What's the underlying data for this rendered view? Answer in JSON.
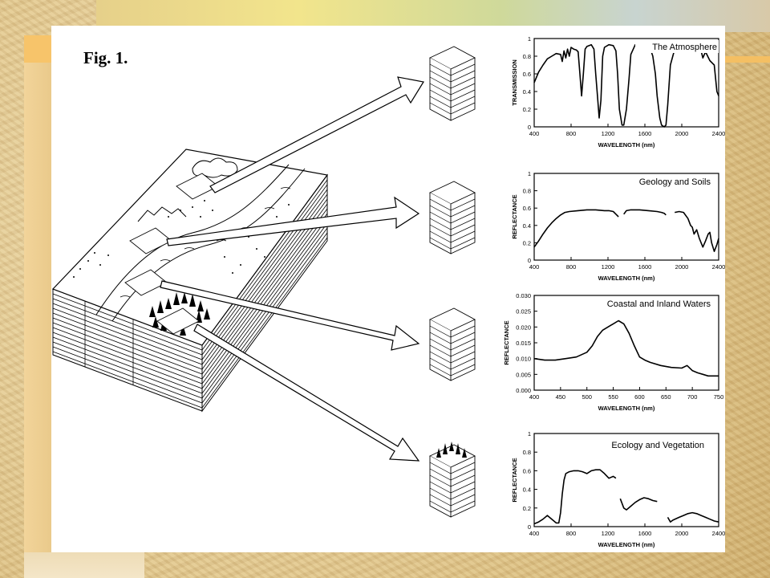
{
  "figure": {
    "label": "Fig. 1."
  },
  "chart_data": [
    {
      "type": "line",
      "title": "The Atmosphere",
      "xlabel": "WAVELENGTH (nm)",
      "ylabel": "TRANSMISSION",
      "xlim": [
        400,
        2500
      ],
      "ylim": [
        0,
        1
      ],
      "xticks": [
        "400",
        "800",
        "1200",
        "1600",
        "2000",
        "2400"
      ],
      "yticks": [
        "0",
        "0.2",
        "0.4",
        "0.6",
        "0.8",
        "1"
      ],
      "series": [
        {
          "x": [
            400,
            450,
            500,
            550,
            600,
            650,
            700,
            720,
            740,
            760,
            780,
            800,
            820,
            850,
            880,
            900,
            920,
            940,
            960,
            980,
            1000,
            1050,
            1080,
            1100,
            1120,
            1140,
            1160,
            1180,
            1200,
            1250,
            1300,
            1330,
            1350,
            1370,
            1400,
            1420,
            1450,
            1480,
            1500,
            1550,
            1600,
            1650,
            1700,
            1730,
            1750,
            1780,
            1800,
            1830,
            1850,
            1880,
            1900,
            1920,
            1950,
            2000,
            2050,
            2100,
            2150,
            2200,
            2250,
            2300,
            2320,
            2350,
            2400,
            2450,
            2480,
            2500
          ],
          "y": [
            0.5,
            0.62,
            0.7,
            0.77,
            0.8,
            0.83,
            0.82,
            0.74,
            0.86,
            0.78,
            0.88,
            0.8,
            0.9,
            0.88,
            0.87,
            0.85,
            0.6,
            0.35,
            0.6,
            0.88,
            0.91,
            0.93,
            0.88,
            0.6,
            0.35,
            0.1,
            0.3,
            0.8,
            0.9,
            0.93,
            0.92,
            0.86,
            0.6,
            0.2,
            0.02,
            0.02,
            0.2,
            0.55,
            0.82,
            0.93,
            0.95,
            0.94,
            0.9,
            0.86,
            0.8,
            0.6,
            0.35,
            0.1,
            0.02,
            0.0,
            0.02,
            0.25,
            0.7,
            0.88,
            0.91,
            0.92,
            0.9,
            0.93,
            0.89,
            0.86,
            0.78,
            0.85,
            0.75,
            0.7,
            0.4,
            0.35
          ]
        }
      ]
    },
    {
      "type": "line",
      "title": "Geology and Soils",
      "xlabel": "WAVELENGTH (nm)",
      "ylabel": "REFLECTANCE",
      "xlim": [
        400,
        2500
      ],
      "ylim": [
        0,
        1
      ],
      "xticks": [
        "400",
        "800",
        "1200",
        "1600",
        "2000",
        "2400"
      ],
      "yticks": [
        "0",
        "0.2",
        "0.4",
        "0.6",
        "0.8",
        "1"
      ],
      "series": [
        {
          "x": [
            400,
            450,
            500,
            550,
            600,
            650,
            700,
            750,
            800,
            900,
            1000,
            1100,
            1200,
            1250,
            1300,
            1330,
            1360
          ],
          "y": [
            0.15,
            0.22,
            0.3,
            0.37,
            0.43,
            0.48,
            0.52,
            0.55,
            0.56,
            0.57,
            0.58,
            0.58,
            0.57,
            0.57,
            0.56,
            0.53,
            0.5
          ]
        },
        {
          "x": [
            1420,
            1450,
            1500,
            1600,
            1700,
            1800,
            1850,
            1880,
            1900
          ],
          "y": [
            0.53,
            0.57,
            0.58,
            0.58,
            0.57,
            0.56,
            0.55,
            0.54,
            0.52
          ]
        },
        {
          "x": [
            2000,
            2050,
            2100,
            2150,
            2180,
            2200,
            2220,
            2250,
            2280,
            2300,
            2320,
            2350,
            2380,
            2400,
            2420,
            2450,
            2480,
            2500
          ],
          "y": [
            0.55,
            0.56,
            0.55,
            0.48,
            0.4,
            0.38,
            0.3,
            0.35,
            0.25,
            0.2,
            0.15,
            0.22,
            0.3,
            0.32,
            0.2,
            0.1,
            0.18,
            0.25
          ]
        }
      ]
    },
    {
      "type": "line",
      "title": "Coastal and Inland Waters",
      "xlabel": "WAVELENGTH (nm)",
      "ylabel": "REFLECTANCE",
      "xlim": [
        400,
        750
      ],
      "ylim": [
        0,
        0.03
      ],
      "xticks": [
        "400",
        "450",
        "500",
        "550",
        "600",
        "650",
        "700",
        "750"
      ],
      "yticks": [
        "0.000",
        "0.005",
        "0.010",
        "0.015",
        "0.020",
        "0.025",
        "0.030"
      ],
      "series": [
        {
          "x": [
            400,
            420,
            440,
            460,
            480,
            500,
            510,
            520,
            530,
            540,
            550,
            560,
            570,
            580,
            590,
            600,
            610,
            620,
            640,
            660,
            680,
            690,
            700,
            710,
            720,
            730,
            740,
            750
          ],
          "y": [
            0.01,
            0.0095,
            0.0095,
            0.01,
            0.0105,
            0.012,
            0.014,
            0.017,
            0.019,
            0.02,
            0.021,
            0.022,
            0.021,
            0.018,
            0.014,
            0.0105,
            0.0095,
            0.0088,
            0.0078,
            0.0072,
            0.007,
            0.0078,
            0.0062,
            0.0055,
            0.005,
            0.0045,
            0.0045,
            0.0045
          ]
        }
      ]
    },
    {
      "type": "line",
      "title": "Ecology and Vegetation",
      "xlabel": "WAVELENGTH (nm)",
      "ylabel": "REFLECTANCE",
      "xlim": [
        400,
        2500
      ],
      "ylim": [
        0,
        1
      ],
      "xticks": [
        "400",
        "800",
        "1200",
        "1600",
        "2000",
        "2400"
      ],
      "yticks": [
        "0",
        "0.2",
        "0.4",
        "0.6",
        "0.8",
        "1"
      ],
      "series": [
        {
          "x": [
            400,
            450,
            500,
            550,
            600,
            650,
            680,
            700,
            720,
            740,
            760,
            800,
            850,
            900,
            950,
            1000,
            1050,
            1100,
            1150,
            1200,
            1250,
            1300,
            1330
          ],
          "y": [
            0.03,
            0.05,
            0.08,
            0.12,
            0.08,
            0.04,
            0.04,
            0.15,
            0.35,
            0.5,
            0.57,
            0.59,
            0.6,
            0.6,
            0.59,
            0.57,
            0.6,
            0.61,
            0.61,
            0.57,
            0.52,
            0.54,
            0.52
          ]
        },
        {
          "x": [
            1380,
            1420,
            1450,
            1500,
            1550,
            1600,
            1650,
            1700,
            1750,
            1800
          ],
          "y": [
            0.3,
            0.2,
            0.18,
            0.22,
            0.26,
            0.29,
            0.31,
            0.3,
            0.28,
            0.27
          ]
        },
        {
          "x": [
            1920,
            1950,
            1980,
            2050,
            2100,
            2150,
            2200,
            2250,
            2300,
            2350,
            2400,
            2450,
            2500
          ],
          "y": [
            0.1,
            0.05,
            0.07,
            0.1,
            0.12,
            0.14,
            0.15,
            0.14,
            0.12,
            0.1,
            0.08,
            0.06,
            0.05
          ]
        }
      ]
    }
  ]
}
